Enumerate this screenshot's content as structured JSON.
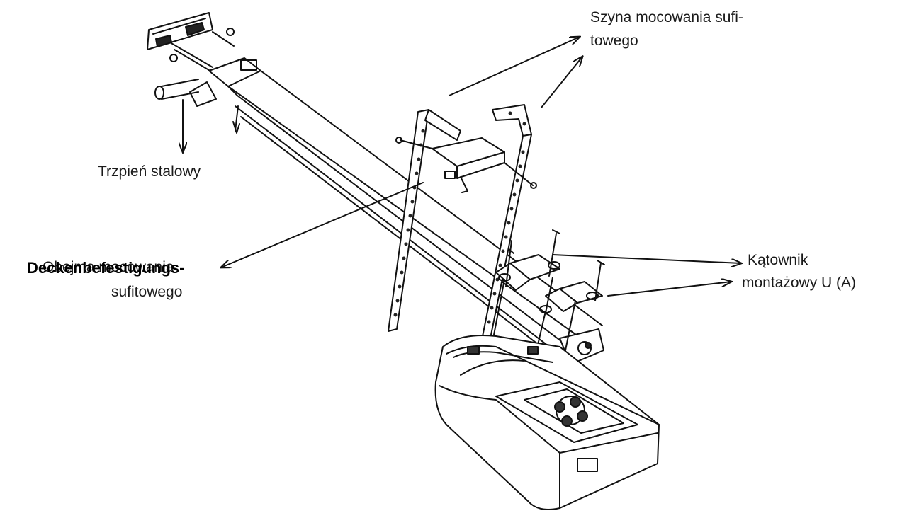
{
  "labels": {
    "szyna_line1": "Szyna mocowania sufi-",
    "szyna_line2": "towego",
    "trzpien": "Trzpień stalowy",
    "overlap_de": "Deckenbefestigungs-",
    "overlap_pl": "Obejma mocowania",
    "obejma_line2": "sufitowego",
    "katownik_line1": "Kątownik",
    "katownik_line2": "montażowy U (A)"
  },
  "colors": {
    "line": "#111111",
    "background": "#ffffff"
  }
}
